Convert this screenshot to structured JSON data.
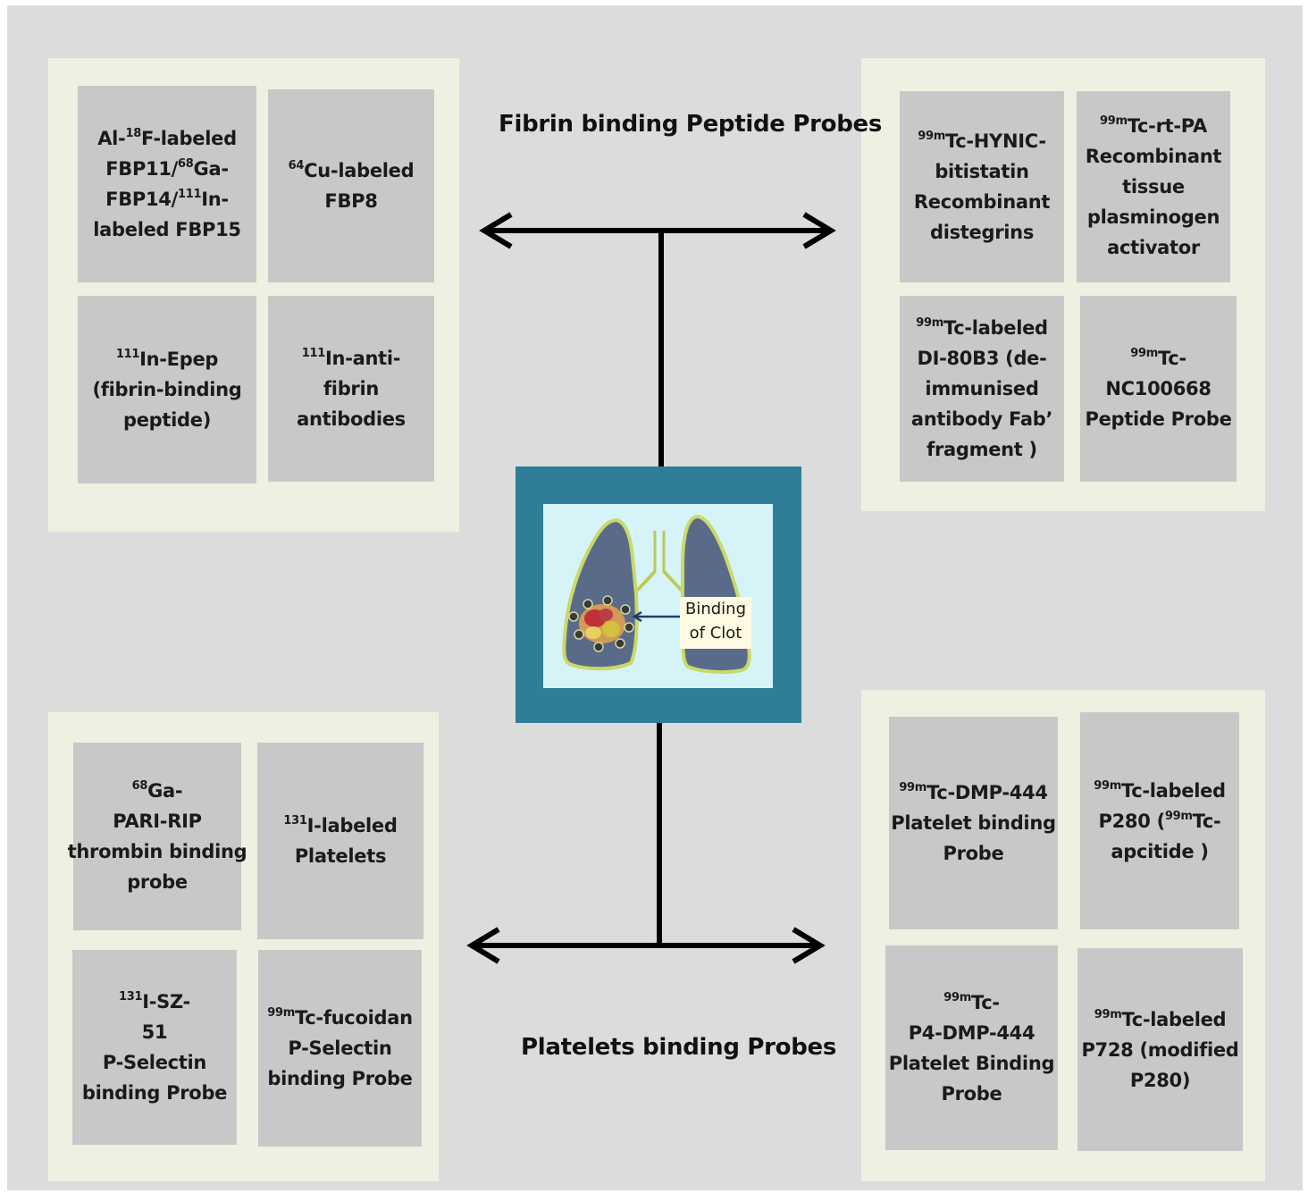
{
  "headings": {
    "fibrin": "Fibrin  binding  Peptide Probes",
    "platelets": "Platelets binding  Probes"
  },
  "center": {
    "label_line1": "Binding",
    "label_line2": "of Clot"
  },
  "top_left": [
    {
      "lines": [
        [
          "Al-",
          {
            "sup": "18"
          },
          "F-labeled"
        ],
        [
          "FBP11/",
          {
            "sup": "68"
          },
          "Ga-"
        ],
        [
          "FBP14/",
          {
            "sup": "111"
          },
          "In-"
        ],
        [
          "labeled FBP15"
        ]
      ]
    },
    {
      "lines": [
        [
          {
            "sup": "64"
          },
          "Cu-labeled"
        ],
        [
          "FBP8"
        ]
      ]
    },
    {
      "lines": [
        [
          {
            "sup": "111"
          },
          "In-Epep"
        ],
        [
          "(fibrin-binding"
        ],
        [
          "peptide)"
        ]
      ]
    },
    {
      "lines": [
        [
          {
            "sup": "111"
          },
          "In-anti-"
        ],
        [
          "fibrin"
        ],
        [
          "antibodies"
        ]
      ]
    }
  ],
  "top_right": [
    {
      "lines": [
        [
          {
            "sup": "99m"
          },
          "Tc-HYNIC-"
        ],
        [
          "bitistatin"
        ],
        [
          "Recombinant"
        ],
        [
          "distegrins"
        ]
      ]
    },
    {
      "lines": [
        [
          {
            "sup": "99m"
          },
          "Tc-rt-PA"
        ],
        [
          "Recombinant"
        ],
        [
          "tissue"
        ],
        [
          "plasminogen"
        ],
        [
          "activator"
        ]
      ]
    },
    {
      "lines": [
        [
          {
            "sup": "99m"
          },
          "Tc-labeled"
        ],
        [
          "DI-80B3  (de-"
        ],
        [
          "immunised"
        ],
        [
          "antibody Fab’"
        ],
        [
          "fragment )"
        ]
      ]
    },
    {
      "lines": [
        [
          {
            "sup": "99m"
          },
          "Tc-"
        ],
        [
          "NC100668"
        ],
        [
          "Peptide Probe"
        ]
      ]
    }
  ],
  "bottom_left": [
    {
      "lines": [
        [
          {
            "sup": "68"
          },
          "Ga-"
        ],
        [
          "PARI-RIP"
        ],
        [
          "thrombin binding"
        ],
        [
          "probe"
        ]
      ]
    },
    {
      "lines": [
        [
          {
            "sup": "131"
          },
          "I-labeled"
        ],
        [
          "Platelets"
        ]
      ]
    },
    {
      "lines": [
        [
          {
            "sup": "131"
          },
          "I-SZ-"
        ],
        [
          "51"
        ],
        [
          "P-Selectin"
        ],
        [
          "binding  Probe"
        ]
      ]
    },
    {
      "lines": [
        [
          {
            "sup": "99m"
          },
          "Tc-fucoidan"
        ],
        [
          "P-Selectin"
        ],
        [
          "binding  Probe"
        ]
      ]
    }
  ],
  "bottom_right": [
    {
      "lines": [
        [
          {
            "sup": "99m"
          },
          "Tc-DMP-444"
        ],
        [
          "Platelet binding"
        ],
        [
          "Probe"
        ]
      ]
    },
    {
      "lines": [
        [
          {
            "sup": "99m"
          },
          "Tc-labeled"
        ],
        [
          "P280 (",
          {
            "sup": "99m"
          },
          "Tc-"
        ],
        [
          "apcitide )"
        ]
      ]
    },
    {
      "lines": [
        [
          {
            "sup": "99m"
          },
          "Tc-"
        ],
        [
          "P4-DMP-444"
        ],
        [
          "Platelet Binding"
        ],
        [
          "Probe"
        ]
      ]
    },
    {
      "lines": [
        [
          {
            "sup": "99m"
          },
          "Tc-labeled"
        ],
        [
          "P728 (modified"
        ],
        [
          "P280)"
        ]
      ]
    }
  ]
}
